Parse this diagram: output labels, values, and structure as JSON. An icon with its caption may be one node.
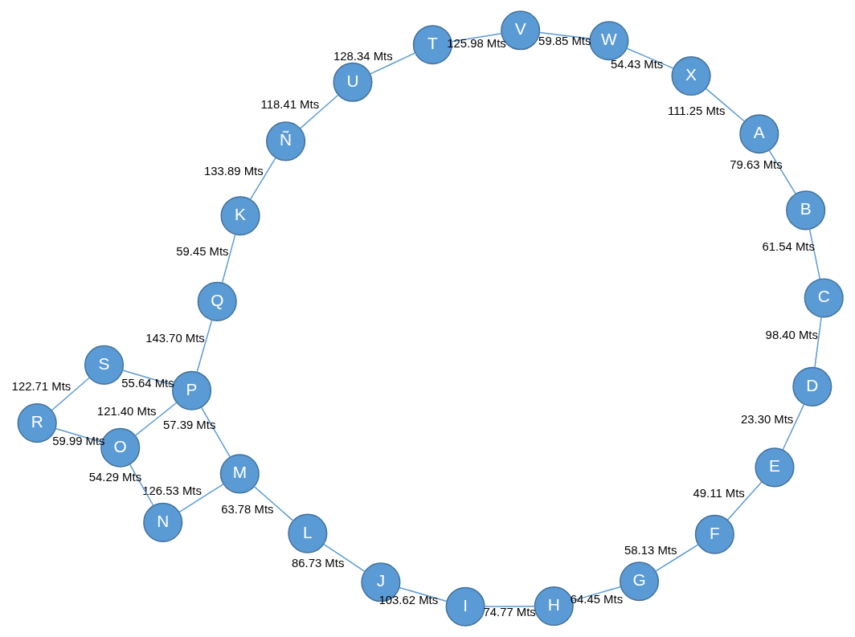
{
  "diagram": {
    "nodes": [
      {
        "text": [
          "H"
        ]
      },
      {
        "text": [
          "G"
        ]
      },
      {
        "text": [
          "I"
        ]
      },
      {
        "text": [
          "F"
        ]
      },
      {
        "text": [
          "E"
        ]
      },
      {
        "text": [
          "K"
        ]
      },
      {
        "text": [
          "J"
        ]
      },
      {
        "text": [
          "D"
        ]
      },
      {
        "text": [
          "Q"
        ]
      },
      {
        "text": [
          "L"
        ]
      },
      {
        "text": [
          "C"
        ]
      },
      {
        "text": [
          "Ñ"
        ]
      },
      {
        "text": [
          "T"
        ]
      },
      {
        "text": [
          "M"
        ]
      },
      {
        "text": [
          "B"
        ]
      },
      {
        "text": [
          "P"
        ]
      },
      {
        "text": [
          "A"
        ]
      },
      {
        "text": [
          "U"
        ]
      },
      {
        "text": [
          "V"
        ]
      },
      {
        "text": [
          "S"
        ]
      },
      {
        "text": [
          "W"
        ]
      },
      {
        "text": [
          "N"
        ]
      },
      {
        "text": [
          "O"
        ]
      },
      {
        "text": [
          "X"
        ]
      },
      {
        "text": [
          "R"
        ]
      }
    ],
    "edges": [
      {
        "from": 0,
        "to": 2,
        "arrow": "none",
        "label": "74.77 Mts"
      },
      {
        "from": 0,
        "to": 1,
        "arrow": "none",
        "label": "64.45 Mts"
      },
      {
        "from": 1,
        "to": 3,
        "arrow": "none",
        "label": "58.13 Mts"
      },
      {
        "from": 3,
        "to": 4,
        "arrow": "none",
        "label": "49.11 Mts"
      },
      {
        "from": 4,
        "to": 7,
        "arrow": "none",
        "label": "23.30 Mts"
      },
      {
        "from": 7,
        "to": 10,
        "arrow": "none",
        "label": "98.40 Mts"
      },
      {
        "from": 10,
        "to": 14,
        "arrow": "none",
        "label": "61.54 Mts"
      },
      {
        "from": 14,
        "to": 16,
        "arrow": "none",
        "label": "79.63 Mts"
      },
      {
        "from": 16,
        "to": 23,
        "arrow": "none",
        "label": "111.25 Mts"
      },
      {
        "from": 20,
        "to": 23,
        "arrow": "none",
        "label": "54.43 Mts"
      },
      {
        "from": 18,
        "to": 20,
        "arrow": "none",
        "label": "59.85 Mts"
      },
      {
        "from": 12,
        "to": 18,
        "arrow": "none",
        "label": "125.98 Mts"
      },
      {
        "from": 17,
        "to": 12,
        "arrow": "none",
        "label": "128.34 Mts"
      },
      {
        "from": 11,
        "to": 17,
        "arrow": "none",
        "label": "118.41 Mts"
      },
      {
        "from": 11,
        "to": 5,
        "arrow": "none",
        "label": "133.89 Mts"
      },
      {
        "from": 5,
        "to": 8,
        "arrow": "none",
        "label": "59.45 Mts"
      },
      {
        "from": 15,
        "to": 8,
        "arrow": "none",
        "label": "143.70 Mts"
      },
      {
        "from": 6,
        "to": 2,
        "arrow": "none",
        "label": "103.62 Mts"
      },
      {
        "from": 9,
        "to": 6,
        "arrow": "none",
        "label": "86.73 Mts"
      },
      {
        "from": 9,
        "to": 13,
        "arrow": "none",
        "label": "63.78 Mts"
      },
      {
        "from": 13,
        "to": 15,
        "arrow": "none",
        "label": "57.39 Mts"
      },
      {
        "from": 15,
        "to": 19,
        "arrow": "none",
        "label": "55.64 Mts"
      },
      {
        "from": 24,
        "to": 19,
        "arrow": "none",
        "label": "122.71 Mts"
      },
      {
        "from": 22,
        "to": 24,
        "arrow": "none",
        "label": "59.99 Mts"
      },
      {
        "from": 21,
        "to": 22,
        "arrow": "none",
        "label": "54.29 Mts"
      },
      {
        "from": 21,
        "to": 13,
        "arrow": "none",
        "label": "126.53 Mts"
      },
      {
        "from": 22,
        "to": 15,
        "arrow": "none",
        "label": "121.40 Mts"
      }
    ]
  }
}
